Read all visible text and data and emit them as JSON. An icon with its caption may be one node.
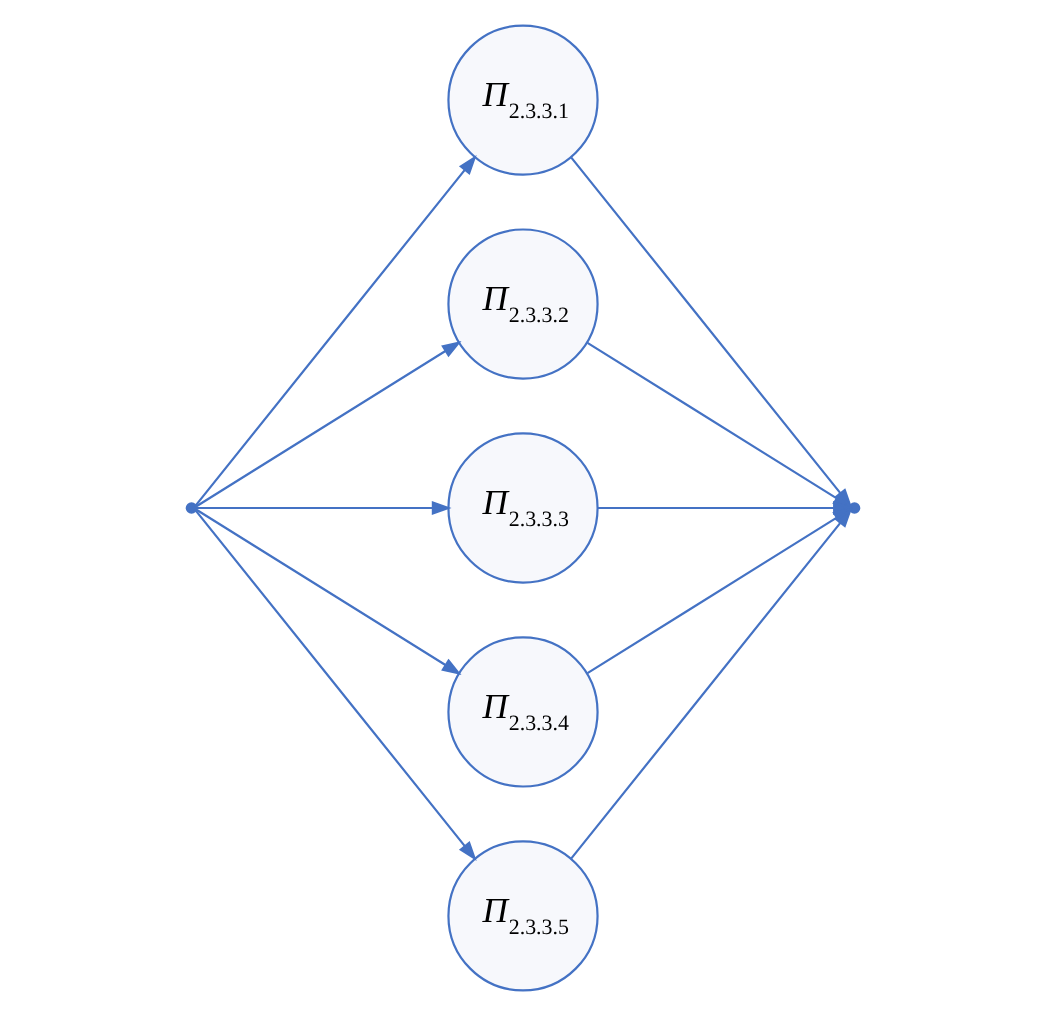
{
  "diagram": {
    "nodes": [
      {
        "text": [],
        "shape": "point"
      },
      {
        "text": [
          "*Π*$_{2.3.3.1}$"
        ]
      },
      {
        "text": [
          "*Π*$_{2.3.3.2}$"
        ]
      },
      {
        "text": [
          "*Π*$_{2.3.3.3}$"
        ]
      },
      {
        "text": [
          "*Π*$_{2.3.3.4}$"
        ]
      },
      {
        "text": [
          "*Π*$_{2.3.3.5}$"
        ]
      },
      {
        "text": [],
        "shape": "point"
      }
    ],
    "edges": [
      {
        "from": 0,
        "to": 1,
        "arrow": "to"
      },
      {
        "from": 0,
        "to": 2,
        "arrow": "to"
      },
      {
        "from": 0,
        "to": 3,
        "arrow": "to"
      },
      {
        "from": 0,
        "to": 4,
        "arrow": "to"
      },
      {
        "from": 0,
        "to": 5,
        "arrow": "to"
      },
      {
        "from": 1,
        "to": 6,
        "arrow": "to"
      },
      {
        "from": 2,
        "to": 6,
        "arrow": "to"
      },
      {
        "from": 3,
        "to": 6,
        "arrow": "to"
      },
      {
        "from": 4,
        "to": 6,
        "arrow": "to"
      },
      {
        "from": 5,
        "to": 6,
        "arrow": "to"
      }
    ]
  }
}
